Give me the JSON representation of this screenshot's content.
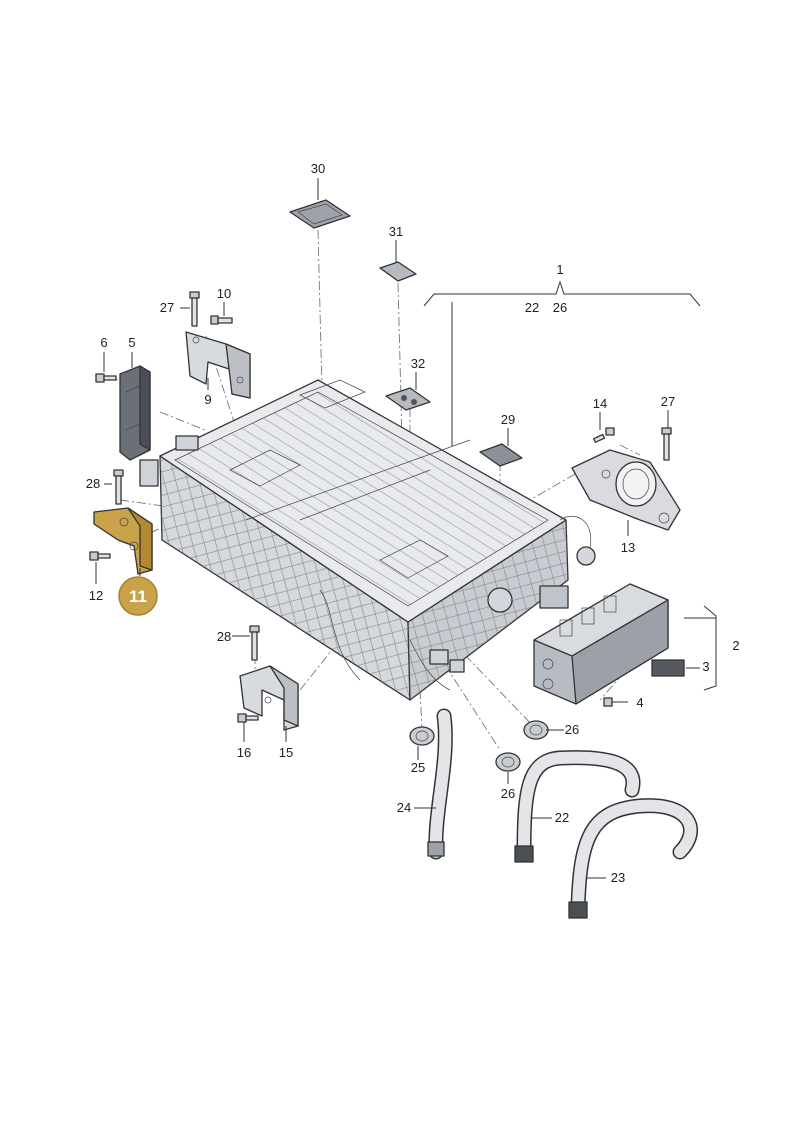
{
  "colors": {
    "highlight": "#c9a24a",
    "part_fill": "#e4e6ea",
    "part_dark": "#b9bdc4",
    "outline": "#333333"
  },
  "callouts": [
    {
      "id": "c30",
      "text": "30"
    },
    {
      "id": "c31",
      "text": "31"
    },
    {
      "id": "c1",
      "text": "1"
    },
    {
      "id": "c22a",
      "text": "22"
    },
    {
      "id": "c26a",
      "text": "26"
    },
    {
      "id": "c27a",
      "text": "27"
    },
    {
      "id": "c10",
      "text": "10"
    },
    {
      "id": "c6",
      "text": "6"
    },
    {
      "id": "c5",
      "text": "5"
    },
    {
      "id": "c9",
      "text": "9"
    },
    {
      "id": "c32",
      "text": "32"
    },
    {
      "id": "c14",
      "text": "14"
    },
    {
      "id": "c27b",
      "text": "27"
    },
    {
      "id": "c29",
      "text": "29"
    },
    {
      "id": "c28a",
      "text": "28"
    },
    {
      "id": "c13",
      "text": "13"
    },
    {
      "id": "c12",
      "text": "12"
    },
    {
      "id": "c11",
      "text": "11"
    },
    {
      "id": "c2",
      "text": "2"
    },
    {
      "id": "c3",
      "text": "3"
    },
    {
      "id": "c4",
      "text": "4"
    },
    {
      "id": "c28b",
      "text": "28"
    },
    {
      "id": "c26b",
      "text": "26"
    },
    {
      "id": "c16",
      "text": "16"
    },
    {
      "id": "c15",
      "text": "15"
    },
    {
      "id": "c25",
      "text": "25"
    },
    {
      "id": "c26c",
      "text": "26"
    },
    {
      "id": "c24",
      "text": "24"
    },
    {
      "id": "c22b",
      "text": "22"
    },
    {
      "id": "c23",
      "text": "23"
    }
  ],
  "highlighted_part": "11"
}
